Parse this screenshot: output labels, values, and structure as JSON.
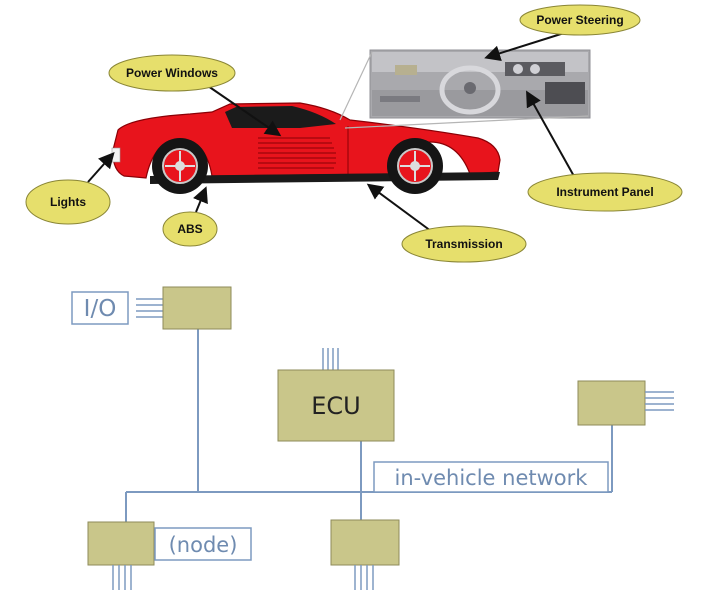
{
  "colors": {
    "callout_fill": "#e6df6c",
    "callout_stroke": "#8a8636",
    "node_fill": "#c9c68a",
    "node_stroke": "#8e8b5a",
    "network_line": "#7d9ac0",
    "label_text": "#6f8bb0",
    "car_body": "#e8141c"
  },
  "car_callouts": {
    "power_steering": "Power Steering",
    "power_windows": "Power Windows",
    "lights": "Lights",
    "abs": "ABS",
    "instrument_panel": "Instrument Panel",
    "transmission": "Transmission"
  },
  "network": {
    "io_label": "I/O",
    "ecu_label": "ECU",
    "network_label": "in-vehicle network",
    "node_label": "(node)"
  }
}
